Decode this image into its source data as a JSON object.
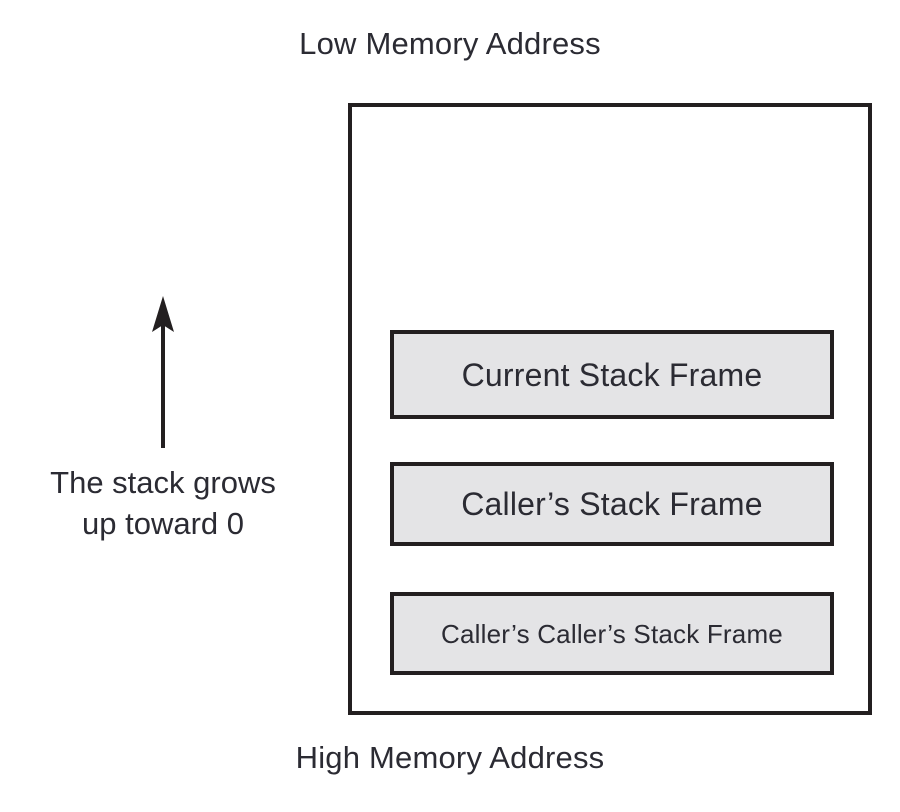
{
  "diagram": {
    "title_top": "Low Memory Address",
    "title_bottom": "High Memory Address",
    "annotation": {
      "line1": "The stack grows",
      "line2": "up toward 0",
      "arrow_direction": "up"
    },
    "stack_frames": [
      {
        "label": "Current Stack Frame"
      },
      {
        "label": "Caller’s Stack Frame"
      },
      {
        "label": "Caller’s Caller’s Stack Frame"
      }
    ],
    "colors": {
      "stroke": "#231f20",
      "frame_fill": "#e4e4e6",
      "text": "#2b2b33",
      "background": "#ffffff"
    }
  }
}
